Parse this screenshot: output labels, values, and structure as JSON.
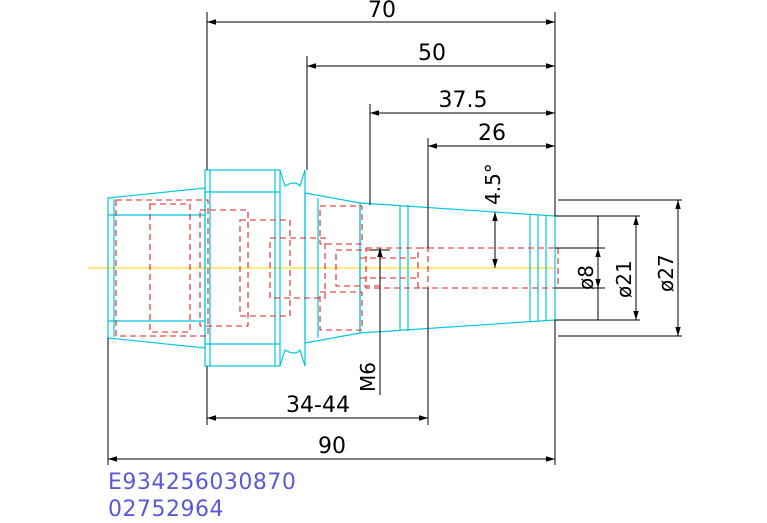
{
  "colors": {
    "outline": "#00c8dc",
    "hidden": "#e02020",
    "centerline": "#ffd400",
    "dimension": "#000000",
    "code_text": "#5a5ad6"
  },
  "dimensions": {
    "overall_70": "70",
    "length_50": "50",
    "length_37_5": "37.5",
    "length_26": "26",
    "taper_angle": "4.5°",
    "bore_dia_8": "ø8",
    "dia_21": "ø21",
    "dia_27": "ø27",
    "thread_m6": "M6",
    "range_34_44": "34-44",
    "total_90": "90"
  },
  "codes": {
    "part_code": "E934256030870",
    "drawing_no": "02752964"
  }
}
